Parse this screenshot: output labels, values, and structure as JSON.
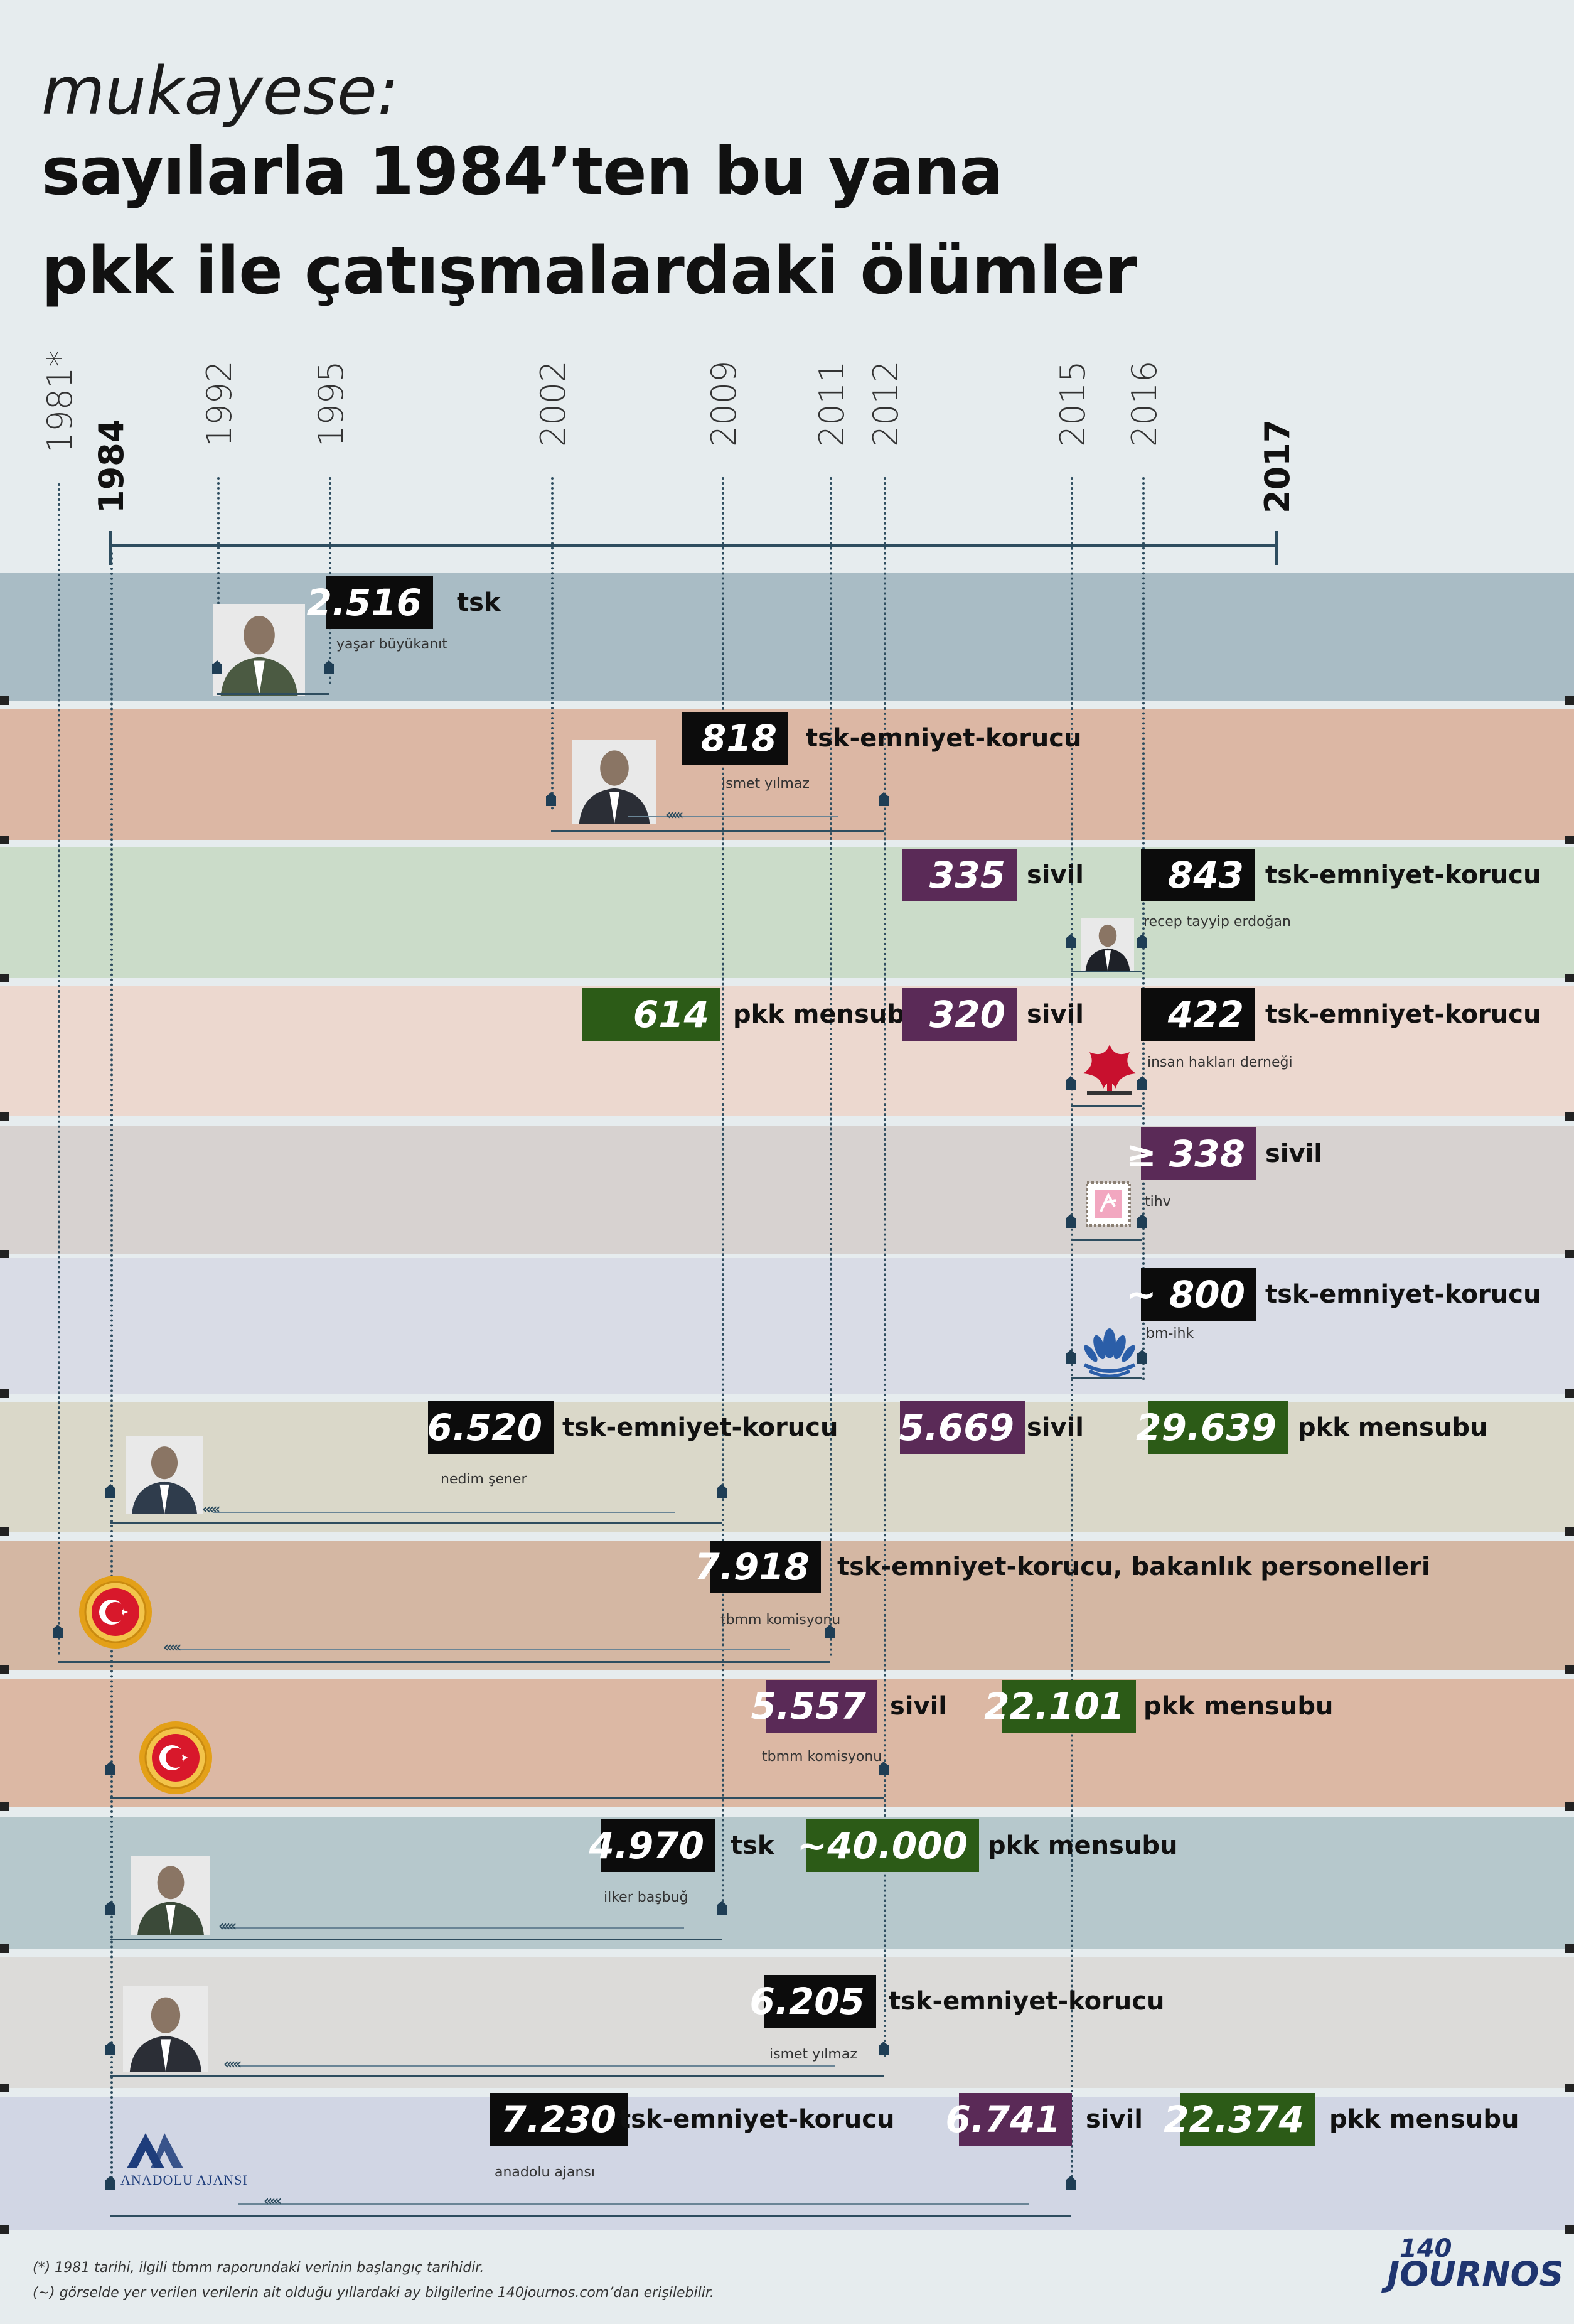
{
  "title": {
    "sub": "mukayese:",
    "line1": "sayılarla 1984’ten bu yana",
    "line2": "pkk ile çatışmalardaki ölümler"
  },
  "years": {
    "top": [
      "1981*",
      "1992",
      "1995",
      "2002",
      "2009",
      "2011",
      "2012",
      "2015",
      "2016"
    ],
    "start": "1984",
    "end": "2017"
  },
  "rows": [
    {
      "figures": [
        {
          "value": "2.516",
          "label": "tsk",
          "color": "black"
        }
      ],
      "sources": [
        "yaşar büyükanıt"
      ]
    },
    {
      "figures": [
        {
          "value": "818",
          "label": "tsk-emniyet-korucu",
          "color": "black"
        }
      ],
      "sources": [
        "ismet yılmaz"
      ]
    },
    {
      "figures": [
        {
          "value": "335",
          "label": "sivil",
          "color": "purple"
        },
        {
          "value": "843",
          "label": "tsk-emniyet-korucu",
          "color": "black"
        }
      ],
      "sources": [
        "recep tayyip erdoğan"
      ]
    },
    {
      "figures": [
        {
          "value": "614",
          "label": "pkk mensubu",
          "color": "green"
        },
        {
          "value": "320",
          "label": "sivil",
          "color": "purple"
        },
        {
          "value": "422",
          "label": "tsk-emniyet-korucu",
          "color": "black"
        }
      ],
      "sources": [
        "insan hakları derneği"
      ]
    },
    {
      "figures": [
        {
          "value": "≥ 338",
          "label": "sivil",
          "color": "purple"
        }
      ],
      "sources": [
        "tihv"
      ]
    },
    {
      "figures": [
        {
          "value": "~ 800",
          "label": "tsk-emniyet-korucu",
          "color": "black"
        }
      ],
      "sources": [
        "bm-ihk"
      ]
    },
    {
      "figures": [
        {
          "value": "6.520",
          "label": "tsk-emniyet-korucu",
          "color": "black"
        },
        {
          "value": "5.669",
          "label": "sivil",
          "color": "purple"
        },
        {
          "value": "29.639",
          "label": "pkk mensubu",
          "color": "green"
        }
      ],
      "sources": [
        "nedim şener"
      ]
    },
    {
      "figures": [
        {
          "value": "7.918",
          "label": "tsk-emniyet-korucu, bakanlık personelleri",
          "color": "black"
        }
      ],
      "sources": [
        "tbmm komisyonu"
      ]
    },
    {
      "figures": [
        {
          "value": "5.557",
          "label": "sivil",
          "color": "purple"
        },
        {
          "value": "22.101",
          "label": "pkk mensubu",
          "color": "green"
        }
      ],
      "sources": [
        "tbmm komisyonu"
      ]
    },
    {
      "figures": [
        {
          "value": "4.970",
          "label": "tsk",
          "color": "black"
        },
        {
          "value": "~40.000",
          "label": "pkk mensubu",
          "color": "green"
        }
      ],
      "sources": [
        "ilker başbuğ"
      ]
    },
    {
      "figures": [
        {
          "value": "6.205",
          "label": "tsk-emniyet-korucu",
          "color": "black"
        }
      ],
      "sources": [
        "ismet yılmaz"
      ]
    },
    {
      "figures": [
        {
          "value": "7.230",
          "label": "tsk-emniyet-korucu",
          "color": "black"
        },
        {
          "value": "6.741",
          "label": "sivil",
          "color": "purple"
        },
        {
          "value": "22.374",
          "label": "pkk mensubu",
          "color": "green"
        }
      ],
      "sources": [
        "anadolu ajansı"
      ]
    }
  ],
  "logos": {
    "anadolu": "AA",
    "anadolu_name": "ANADOLU AJANSI",
    "brand_num": "140",
    "brand_name": "JOURNOS"
  },
  "footer": {
    "note1": "(*) 1981 tarihi, ilgili tbmm raporundaki verinin başlangıç tarihidir.",
    "note2": "(~) görselde yer verilen verilerin ait olduğu yıllardaki ay bilgilerine 140journos.com’dan erişilebilir."
  },
  "colors": {
    "black": "#0c0c0c",
    "purple": "#5a2a57",
    "green": "#2c5b17",
    "band_colors": [
      "#a9bcc5",
      "#dcb7a4",
      "#cbdcc9",
      "#ecd8cf",
      "#d7d2d0",
      "#d9dce6",
      "#dad8c9",
      "#d4b7a3",
      "#dcb8a4",
      "#b6c8cc",
      "#dcdbd9",
      "#d1d6e4"
    ]
  },
  "icons": [
    "portrait-icon",
    "ihd-logo-icon",
    "tihv-logo-icon",
    "un-logo-icon",
    "tbmm-emblem-icon",
    "aa-logo-icon",
    "location-pin-icon",
    "chevron-icon"
  ]
}
